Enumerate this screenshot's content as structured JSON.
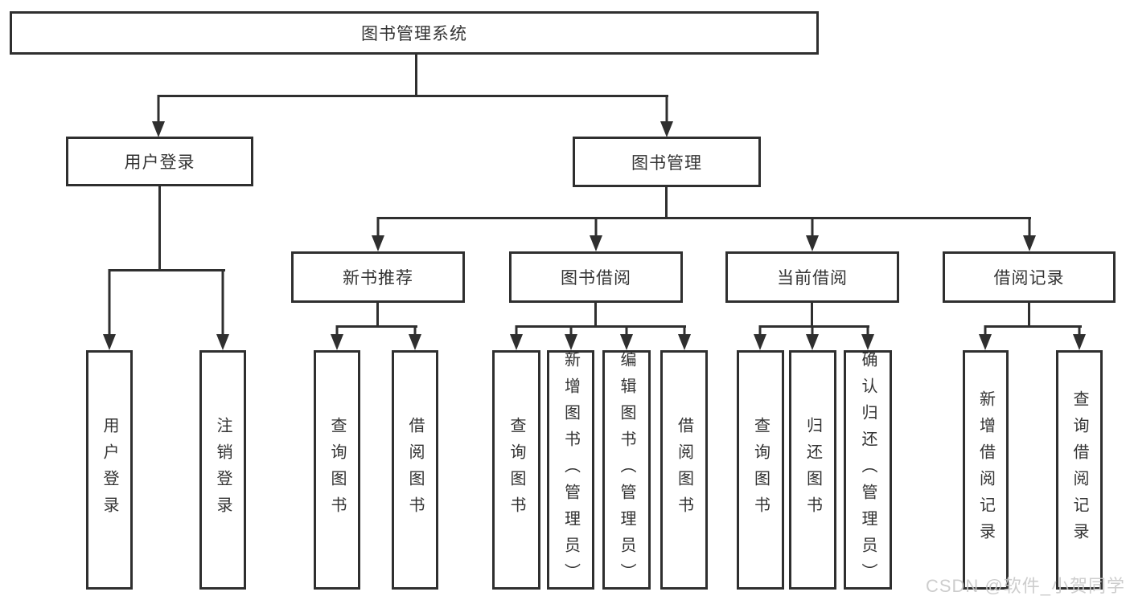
{
  "diagram": {
    "title": "图书管理系统",
    "tree": {
      "root": {
        "label": "图书管理系统",
        "children": [
          {
            "label": "用户登录",
            "children": [
              {
                "label": "用户登录"
              },
              {
                "label": "注销登录"
              }
            ]
          },
          {
            "label": "图书管理",
            "children": [
              {
                "label": "新书推荐",
                "children": [
                  {
                    "label": "查询图书"
                  },
                  {
                    "label": "借阅图书"
                  }
                ]
              },
              {
                "label": "图书借阅",
                "children": [
                  {
                    "label": "查询图书"
                  },
                  {
                    "label": "新增图书（管理员）"
                  },
                  {
                    "label": "编辑图书（管理员）"
                  },
                  {
                    "label": "借阅图书"
                  }
                ]
              },
              {
                "label": "当前借阅",
                "children": [
                  {
                    "label": "查询图书"
                  },
                  {
                    "label": "归还图书"
                  },
                  {
                    "label": "确认归还（管理员）"
                  }
                ]
              },
              {
                "label": "借阅记录",
                "children": [
                  {
                    "label": "新增借阅记录"
                  },
                  {
                    "label": "查询借阅记录"
                  }
                ]
              }
            ]
          }
        ]
      }
    }
  },
  "watermark": {
    "text": "CSDN @软件_小贺同学"
  },
  "colors": {
    "line": "#2f2f2f",
    "box_border": "#2f2f2f",
    "box_fill": "#ffffff",
    "text": "#333333",
    "background": "#ffffff",
    "watermark": "#c8c8c8"
  }
}
